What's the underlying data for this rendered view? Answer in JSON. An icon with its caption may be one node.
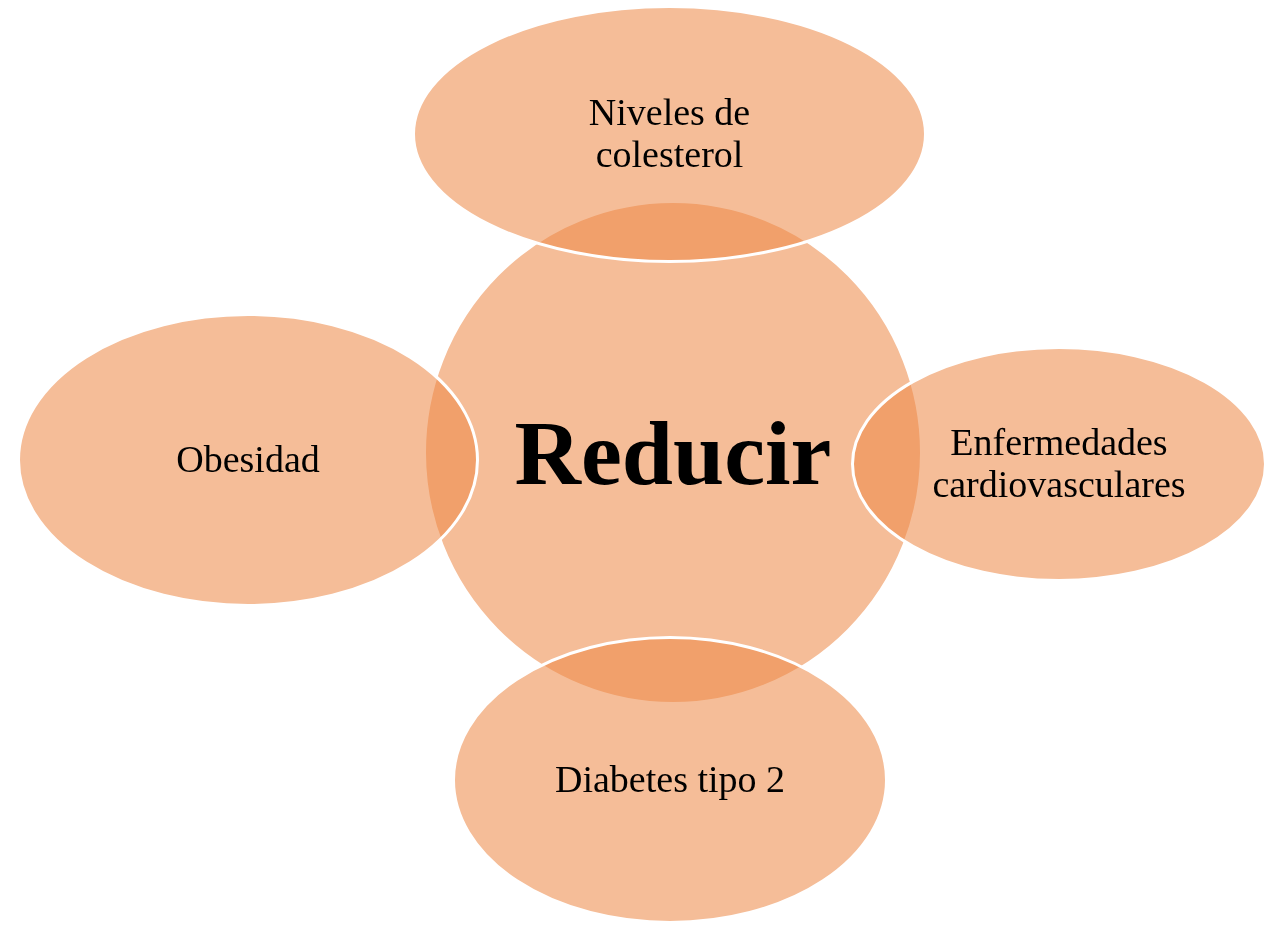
{
  "diagram": {
    "nodes": [
      {
        "text": [
          "Reducir"
        ]
      },
      {
        "text": [
          "Niveles de colesterol"
        ]
      },
      {
        "text": [
          "Obesidad"
        ]
      },
      {
        "text": [
          "Enfermedades cardiovasculares"
        ]
      },
      {
        "text": [
          "Diabetes tipo 2"
        ]
      }
    ]
  }
}
